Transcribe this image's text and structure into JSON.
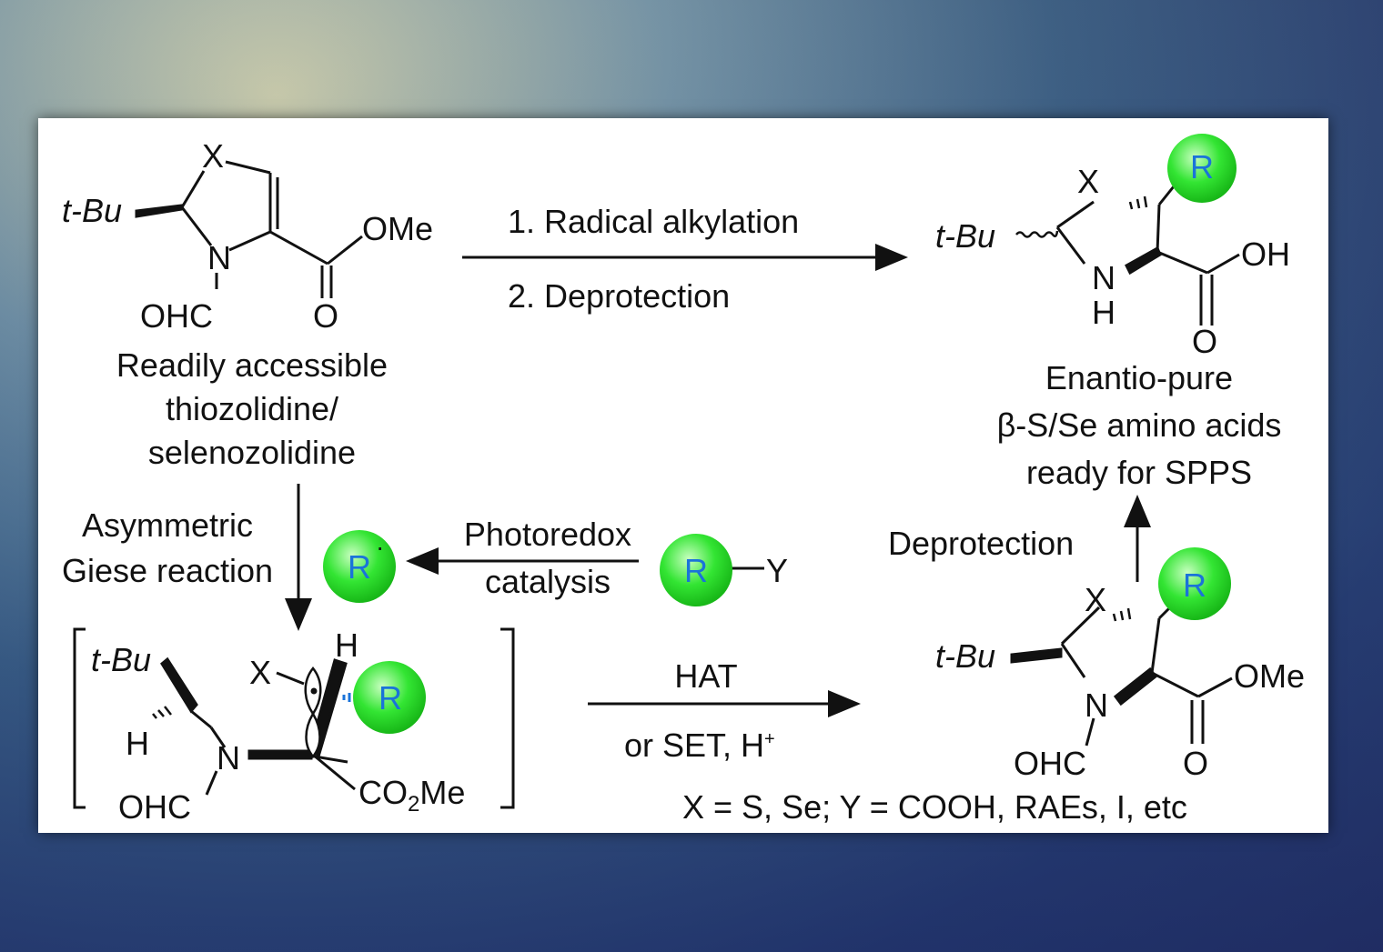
{
  "scheme": {
    "start_compound": {
      "label_line1": "Readily accessible",
      "label_line2": "thiozolidine/",
      "label_line3": "selenozolidine",
      "atoms": {
        "x": "X",
        "tbu": "t-Bu",
        "n": "N",
        "ome": "OMe",
        "ohc": "OHC",
        "o": "O"
      }
    },
    "top_arrow": {
      "step1": "1. Radical alkylation",
      "step2": "2. Deprotection"
    },
    "product": {
      "label_line1": "Enantio-pure",
      "label_line2": "β-S/Se amino acids",
      "label_line3": "ready for SPPS",
      "atoms": {
        "x": "X",
        "tbu": "t-Bu",
        "n": "N",
        "h": "H",
        "oh": "OH",
        "o": "O",
        "r": "R"
      }
    },
    "down_arrow": {
      "line1": "Asymmetric",
      "line2": "Giese reaction"
    },
    "photoredox": {
      "line1": "Photoredox",
      "line2": "catalysis",
      "radical": "R",
      "reagent_r": "R",
      "reagent_y": "Y"
    },
    "intermediate": {
      "tbu": "t-Bu",
      "x": "X",
      "h_top": "H",
      "h_left": "H",
      "n": "N",
      "ohc": "OHC",
      "co2me": "CO",
      "co2me_sub": "2",
      "co2me_end": "Me",
      "r": "R"
    },
    "hat_arrow": {
      "line1": "HAT",
      "line2": "or SET, H",
      "sup": "+"
    },
    "ester": {
      "tbu": "t-Bu",
      "x": "X",
      "n": "N",
      "ohc": "OHC",
      "ome": "OMe",
      "o": "O",
      "r": "R"
    },
    "up_arrow": {
      "label": "Deprotection"
    },
    "footnote": "X = S, Se; Y = COOH, RAEs, I, etc"
  },
  "colors": {
    "r_circle": "#22e022",
    "r_letter": "#1a73d9",
    "bond": "#111111"
  }
}
